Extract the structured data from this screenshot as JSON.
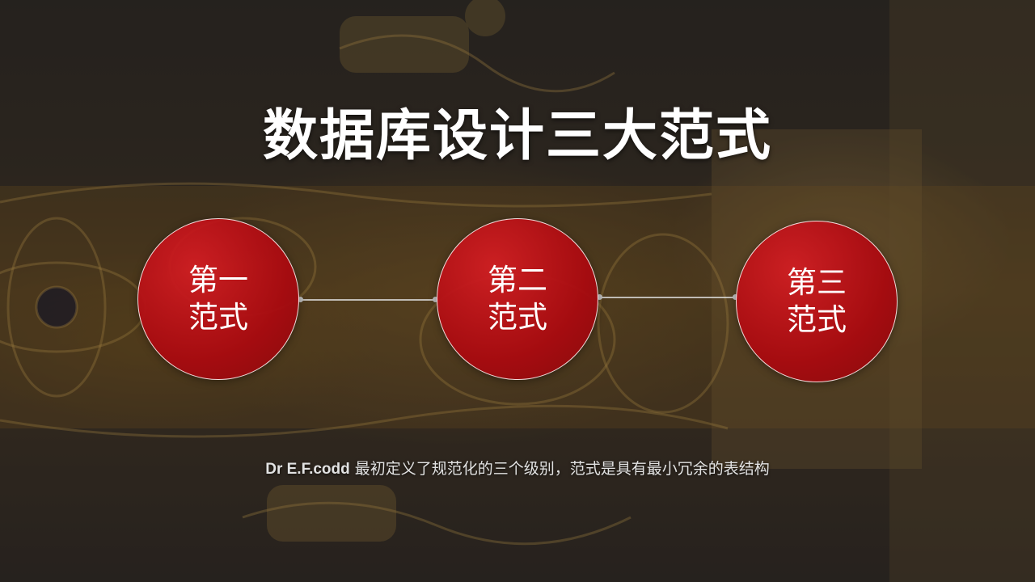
{
  "slide": {
    "title": "数据库设计三大范式",
    "circles": [
      {
        "label": "第一范式"
      },
      {
        "label": "第二范式"
      },
      {
        "label": "第三范式"
      }
    ],
    "caption": {
      "author": "Dr E.F.codd",
      "text": " 最初定义了规范化的三个级别，范式是具有最小冗余的表结构"
    }
  },
  "colors": {
    "circle_fill": "#b50c12",
    "circle_border": "#ffffff",
    "title_text": "#ffffff",
    "caption_text": "#e2e2e2"
  }
}
